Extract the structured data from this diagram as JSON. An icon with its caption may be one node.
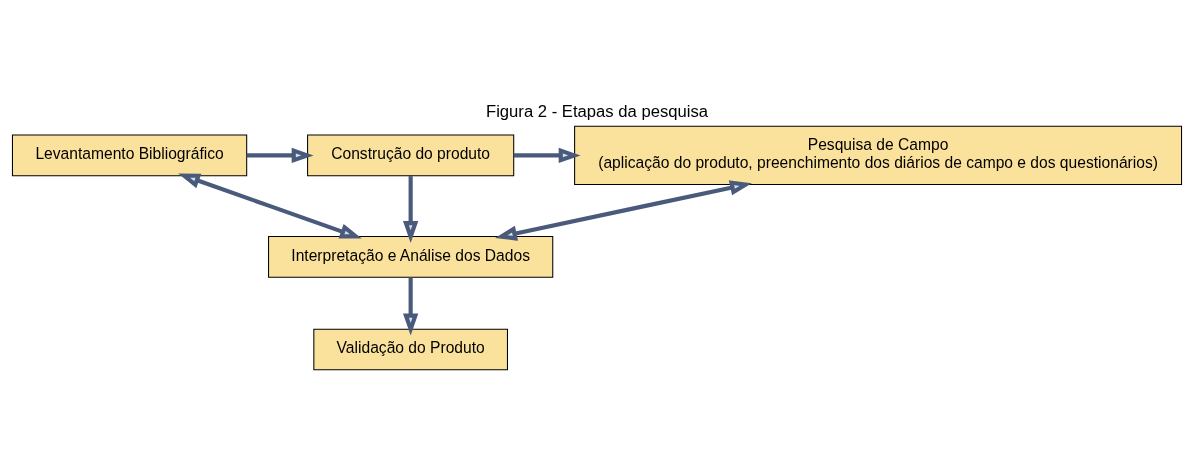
{
  "diagram": {
    "title": "Figura 2 - Etapas da pesquisa",
    "nodes": [
      {
        "text": [
          "Levantamento Bibliográfico"
        ]
      },
      {
        "text": [
          "Construção do produto"
        ]
      },
      {
        "text": [
          "Pesquisa de Campo",
          "(aplicação do produto, preenchimento dos diários de campo e dos questionários)"
        ]
      },
      {
        "text": [
          "Interpretação e Análise dos Dados"
        ]
      },
      {
        "text": [
          "Validação do Produto"
        ]
      }
    ],
    "edges": [
      {
        "from": 0,
        "to": 1,
        "arrow": "to"
      },
      {
        "from": 1,
        "to": 2,
        "arrow": "to"
      },
      {
        "from": 1,
        "to": 3,
        "arrow": "to"
      },
      {
        "from": 0,
        "to": 3,
        "arrow": "both"
      },
      {
        "from": 2,
        "to": 3,
        "arrow": "both"
      },
      {
        "from": 3,
        "to": 4,
        "arrow": "to"
      }
    ]
  }
}
